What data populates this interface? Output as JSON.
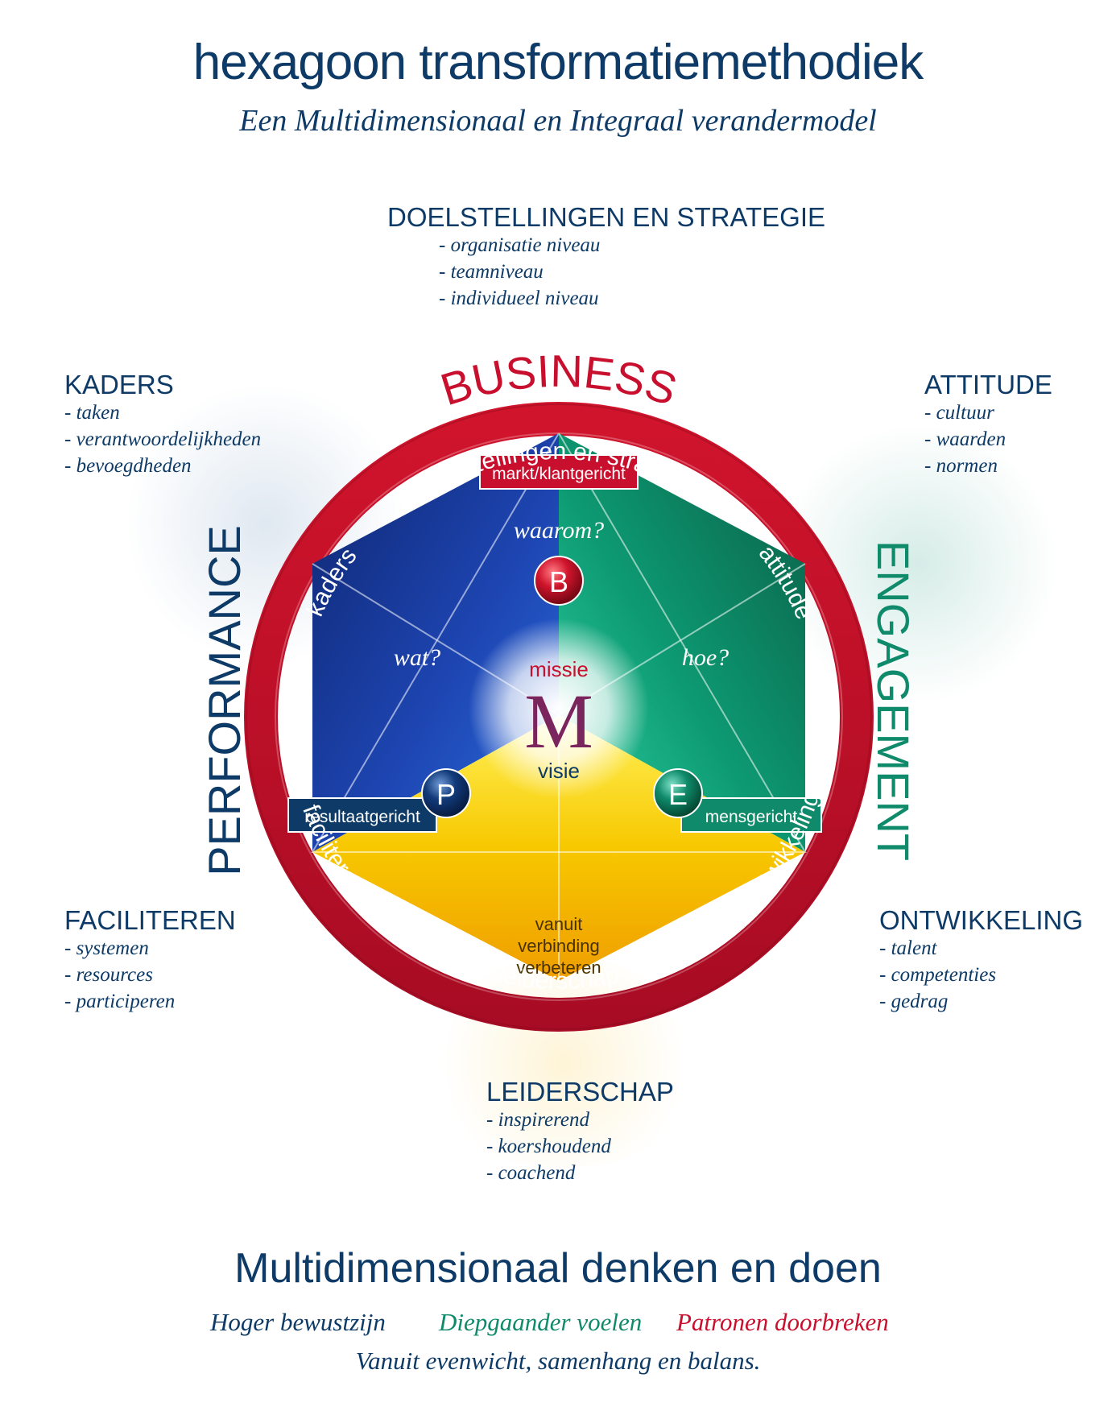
{
  "header": {
    "title": "hexagoon transformatiemethodiek",
    "subtitle": "Een Multidimensionaal en Integraal verandermodel"
  },
  "blocks": {
    "top": {
      "heading": "DOELSTELLINGEN EN STRATEGIE",
      "items": [
        "- organisatie niveau",
        "- teamniveau",
        "- individueel niveau"
      ]
    },
    "top_left": {
      "heading": "KADERS",
      "items": [
        "- taken",
        "- verantwoordelijkheden",
        "- bevoegdheden"
      ]
    },
    "top_right": {
      "heading": "ATTITUDE",
      "items": [
        "- cultuur",
        "- waarden",
        "- normen"
      ]
    },
    "bottom_left": {
      "heading": "FACILITEREN",
      "items": [
        "- systemen",
        "- resources",
        "- participeren"
      ]
    },
    "bottom_right": {
      "heading": "ONTWIKKELING",
      "items": [
        "- talent",
        "- competenties",
        "- gedrag"
      ]
    },
    "bottom": {
      "heading": "LEIDERSCHAP",
      "items": [
        "- inspirerend",
        "- koershoudend",
        "- coachend"
      ]
    }
  },
  "dimensions": {
    "business": "BUSINESS",
    "performance": "PERFORMANCE",
    "engagement": "ENGAGEMENT"
  },
  "ring_labels": {
    "top": "doelstellingen en strategie",
    "upper_left": "kaders",
    "upper_right": "attitude",
    "lower_left": "faciliteren",
    "lower_right": "ontwikkeling",
    "bottom": "leiderschap"
  },
  "hexagon": {
    "badge_top": "markt/klantgericht",
    "badge_left": "resultaatgericht",
    "badge_right": "mensgericht",
    "question_top": "waarom?",
    "question_left": "wat?",
    "question_right": "hoe?",
    "ball_b": "B",
    "ball_p": "P",
    "ball_e": "E",
    "center_letter": "M",
    "center_top": "missie",
    "center_bottom": "visie",
    "yellow_line1": "vanuit",
    "yellow_line2": "verbinding",
    "yellow_line3": "verbeteren"
  },
  "footer": {
    "title": "Multidimensionaal denken en doen",
    "tag1": "Hoger bewustzijn",
    "tag2": "Diepgaander voelen",
    "tag3": "Patronen doorbreken",
    "tagline": "Vanuit evenwicht, samenhang en balans."
  },
  "colors": {
    "navy": "#0d3a66",
    "red": "#c8102e",
    "green": "#0f8a6a",
    "blue": "#1d3f9a",
    "yellow": "#f5c400"
  }
}
